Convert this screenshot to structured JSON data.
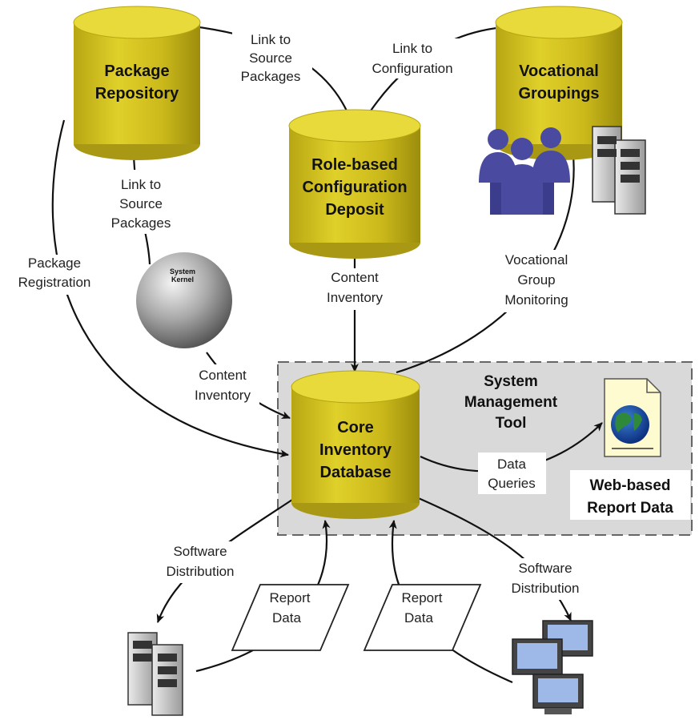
{
  "nodes": {
    "package_repository": {
      "line1": "Package",
      "line2": "Repository"
    },
    "vocational_groupings": {
      "line1": "Vocational",
      "line2": "Groupings"
    },
    "role_based_deposit": {
      "line1": "Role-based",
      "line2": "Configuration",
      "line3": "Deposit"
    },
    "core_inventory": {
      "line1": "Core",
      "line2": "Inventory",
      "line3": "Database"
    },
    "system_kernel": {
      "line1": "System",
      "line2": "Kernel"
    },
    "system_management_tool": {
      "line1": "System",
      "line2": "Management",
      "line3": "Tool"
    },
    "web_report": {
      "line1": "Web-based",
      "line2": "Report Data"
    }
  },
  "edges": {
    "link_source_top": {
      "line1": "Link to",
      "line2": "Source",
      "line3": "Packages"
    },
    "link_configuration": {
      "line1": "Link to",
      "line2": "Configuration"
    },
    "link_source_left": {
      "line1": "Link to",
      "line2": "Source",
      "line3": "Packages"
    },
    "package_registration": {
      "line1": "Package",
      "line2": "Registration"
    },
    "content_inventory_deposit": {
      "line1": "Content",
      "line2": "Inventory"
    },
    "vocational_monitoring": {
      "line1": "Vocational",
      "line2": "Group",
      "line3": "Monitoring"
    },
    "content_inventory_kernel": {
      "line1": "Content",
      "line2": "Inventory"
    },
    "data_queries": {
      "line1": "Data",
      "line2": "Queries"
    },
    "software_dist_left": {
      "line1": "Software",
      "line2": "Distribution"
    },
    "software_dist_right": {
      "line1": "Software",
      "line2": "Distribution"
    },
    "report_data_left": {
      "line1": "Report",
      "line2": "Data"
    },
    "report_data_right": {
      "line1": "Report",
      "line2": "Data"
    }
  },
  "colors": {
    "cylinder_body": "#c9b81a",
    "cylinder_top": "#e8da3a",
    "tool_region": "#d9d9d9",
    "people": "#4a4aa0",
    "arrow": "#111111"
  },
  "icons": [
    "database-cylinder-icon",
    "sphere-icon",
    "people-group-icon",
    "server-rack-icon",
    "computer-monitor-icon",
    "web-document-globe-icon"
  ]
}
